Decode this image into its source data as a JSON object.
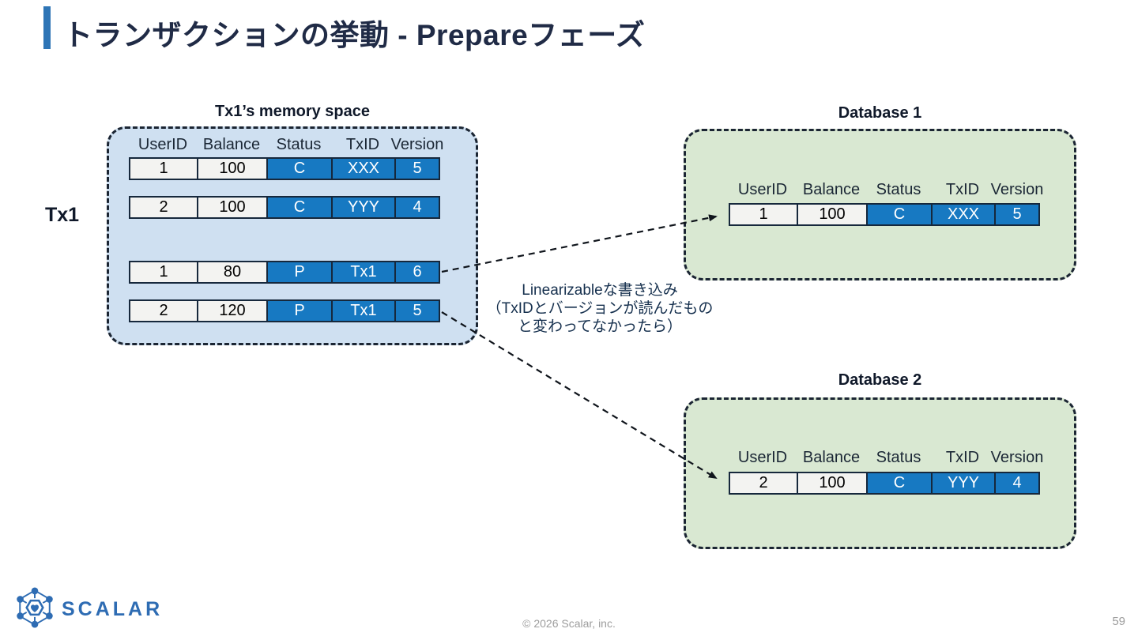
{
  "slide": {
    "title": "トランザクションの挙動 - Prepareフェーズ",
    "footer": {
      "logo_text": "SCALAR",
      "copyright": "© 2026 Scalar, inc.",
      "page_number": "59"
    }
  },
  "colors": {
    "accent_bar_blue": "#2e75b6",
    "title_navy": "#202b46",
    "cell_blue": "#1779c2",
    "cell_gray": "#f3f3f1",
    "memory_box_bg": "#cfe0f1",
    "database_box_bg": "#d9e8d2",
    "dashed_border": "#1b2533",
    "logo_blue": "#2e6cb3"
  },
  "diagram": {
    "tx_label": "Tx1",
    "memory_box": {
      "title": "Tx1’s memory space",
      "headers": [
        "UserID",
        "Balance",
        "Status",
        "TxID",
        "Version"
      ],
      "rows": [
        {
          "user_id": "1",
          "balance": "100",
          "status": "C",
          "tx_id": "XXX",
          "version": "5"
        },
        {
          "user_id": "2",
          "balance": "100",
          "status": "C",
          "tx_id": "YYY",
          "version": "4"
        },
        {
          "user_id": "1",
          "balance": "80",
          "status": "P",
          "tx_id": "Tx1",
          "version": "6"
        },
        {
          "user_id": "2",
          "balance": "120",
          "status": "P",
          "tx_id": "Tx1",
          "version": "5"
        }
      ]
    },
    "database1": {
      "title": "Database 1",
      "headers": [
        "UserID",
        "Balance",
        "Status",
        "TxID",
        "Version"
      ],
      "rows": [
        {
          "user_id": "1",
          "balance": "100",
          "status": "C",
          "tx_id": "XXX",
          "version": "5"
        }
      ]
    },
    "database2": {
      "title": "Database 2",
      "headers": [
        "UserID",
        "Balance",
        "Status",
        "TxID",
        "Version"
      ],
      "rows": [
        {
          "user_id": "2",
          "balance": "100",
          "status": "C",
          "tx_id": "YYY",
          "version": "4"
        }
      ]
    },
    "annotation": {
      "line1": "Linearizableな書き込み",
      "line2": "（TxIDとバージョンが読んだもの",
      "line3": "と変わってなかったら）"
    }
  }
}
